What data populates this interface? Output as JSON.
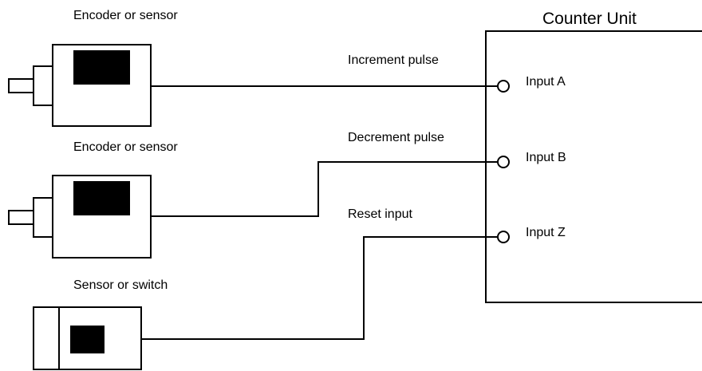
{
  "counter_unit": {
    "title": "Counter Unit",
    "inputs": [
      {
        "label": "Input A"
      },
      {
        "label": "Input B"
      },
      {
        "label": "Input Z"
      }
    ]
  },
  "devices": [
    {
      "label": "Encoder or sensor",
      "icon": "encoder-icon"
    },
    {
      "label": "Encoder or sensor",
      "icon": "encoder-icon"
    },
    {
      "label": "Sensor or switch",
      "icon": "switch-icon"
    }
  ],
  "signals": [
    {
      "label": "Increment pulse"
    },
    {
      "label": "Decrement pulse"
    },
    {
      "label": "Reset input"
    }
  ]
}
